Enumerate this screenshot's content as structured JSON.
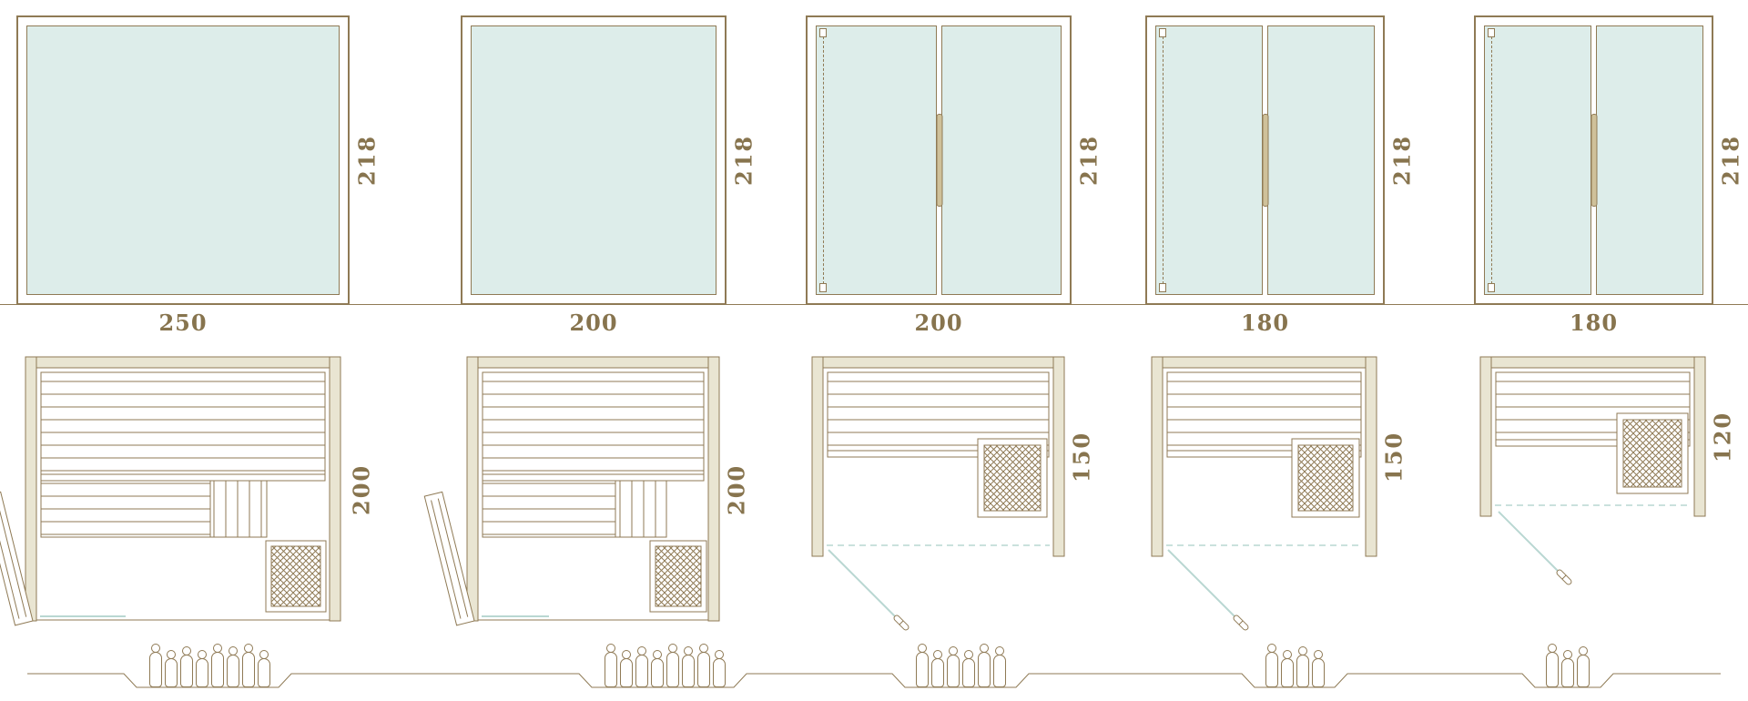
{
  "palette": {
    "line_color": "#8f7a55",
    "glass_color": "#ddedea",
    "wall_fill": "#e9e5d2",
    "door_swing_blue": "#b9d7d2",
    "label_color": "#87744e"
  },
  "columns": [
    {
      "id": "sauna-250x200",
      "front_type": "full-glass",
      "height_label": "218",
      "width_label": "250",
      "depth_label": "200",
      "plan_door": "side-hinged-left",
      "capacity": 8
    },
    {
      "id": "sauna-200x200",
      "front_type": "full-glass",
      "height_label": "218",
      "width_label": "200",
      "depth_label": "200",
      "plan_door": "side-hinged-left",
      "capacity": 8
    },
    {
      "id": "sauna-200x150",
      "front_type": "double-glass-door",
      "height_label": "218",
      "width_label": "200",
      "depth_label": "150",
      "plan_door": "front-swing",
      "capacity": 6
    },
    {
      "id": "sauna-180x150",
      "front_type": "double-glass-door",
      "height_label": "218",
      "width_label": "180",
      "depth_label": "150",
      "plan_door": "front-swing",
      "capacity": 4
    },
    {
      "id": "sauna-180x120",
      "front_type": "double-glass-door",
      "height_label": "218",
      "width_label": "180",
      "depth_label": "120",
      "plan_door": "front-swing",
      "capacity": 3
    }
  ]
}
